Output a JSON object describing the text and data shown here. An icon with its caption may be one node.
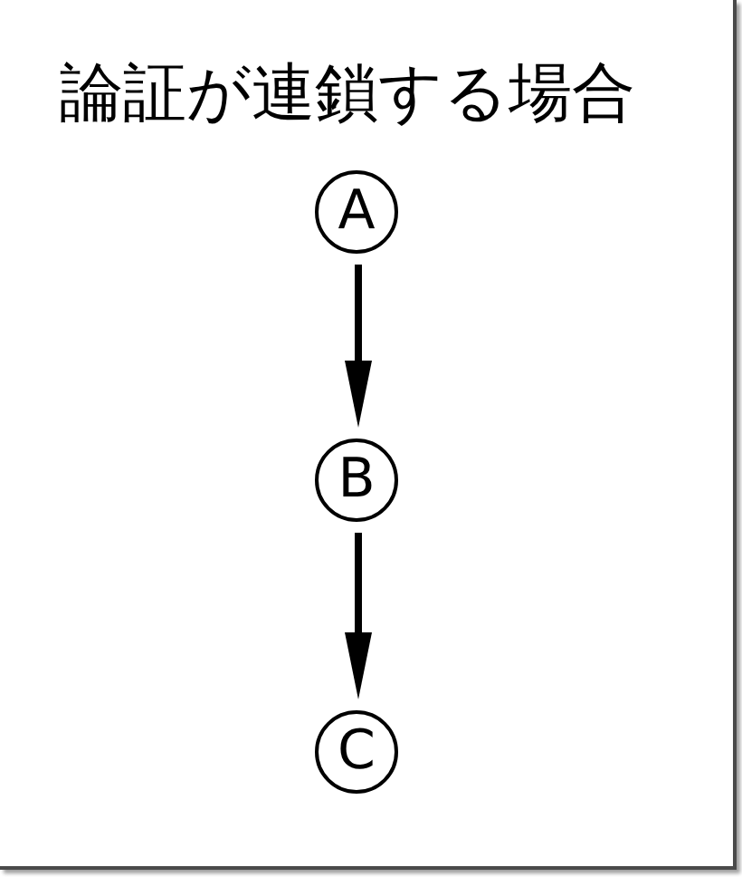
{
  "diagram": {
    "title": "論証が連鎖する場合",
    "nodes": [
      {
        "text": [
          "A"
        ]
      },
      {
        "text": [
          "B"
        ]
      },
      {
        "text": [
          "C"
        ]
      }
    ],
    "edges": [
      {
        "from": 0,
        "to": 1,
        "arrow": "to"
      },
      {
        "from": 1,
        "to": 2,
        "arrow": "to"
      }
    ]
  }
}
